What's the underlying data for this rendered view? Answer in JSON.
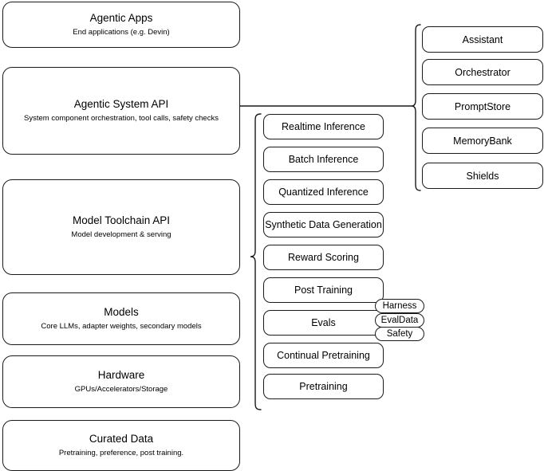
{
  "diagram": {
    "type": "layered-architecture-stack",
    "background_color": "#ffffff",
    "line_color": "#1a1a1a",
    "layers": [
      {
        "id": "agentic-apps",
        "title": "Agentic Apps",
        "subtitle": "End applications (e.g. Devin)"
      },
      {
        "id": "agentic-system-api",
        "title": "Agentic System API",
        "subtitle": "System component orchestration, tool calls, safety checks"
      },
      {
        "id": "model-toolchain-api",
        "title": "Model Toolchain API",
        "subtitle": "Model development & serving"
      },
      {
        "id": "models",
        "title": "Models",
        "subtitle": "Core LLMs, adapter weights, secondary models"
      },
      {
        "id": "hardware",
        "title": "Hardware",
        "subtitle": "GPUs/Accelerators/Storage"
      },
      {
        "id": "curated-data",
        "title": "Curated Data",
        "subtitle": "Pretraining, preference, post training."
      }
    ],
    "toolchain_capabilities": [
      {
        "id": "realtime-inference",
        "label": "Realtime Inference"
      },
      {
        "id": "batch-inference",
        "label": "Batch Inference"
      },
      {
        "id": "quantized-inference",
        "label": "Quantized Inference"
      },
      {
        "id": "synthetic-data-generation",
        "label": "Synthetic Data Generation"
      },
      {
        "id": "reward-scoring",
        "label": "Reward Scoring"
      },
      {
        "id": "post-training",
        "label": "Post Training"
      },
      {
        "id": "evals",
        "label": "Evals"
      },
      {
        "id": "continual-pretraining",
        "label": "Continual Pretraining"
      },
      {
        "id": "pretraining",
        "label": "Pretraining"
      }
    ],
    "evals_badges": [
      {
        "id": "harness",
        "label": "Harness"
      },
      {
        "id": "evaldata",
        "label": "EvalData"
      },
      {
        "id": "safety",
        "label": "Safety"
      }
    ],
    "agentic_system_components": [
      {
        "id": "assistant",
        "label": "Assistant"
      },
      {
        "id": "orchestrator",
        "label": "Orchestrator"
      },
      {
        "id": "promptstore",
        "label": "PromptStore"
      },
      {
        "id": "memorybank",
        "label": "MemoryBank"
      },
      {
        "id": "shields",
        "label": "Shields"
      }
    ]
  }
}
